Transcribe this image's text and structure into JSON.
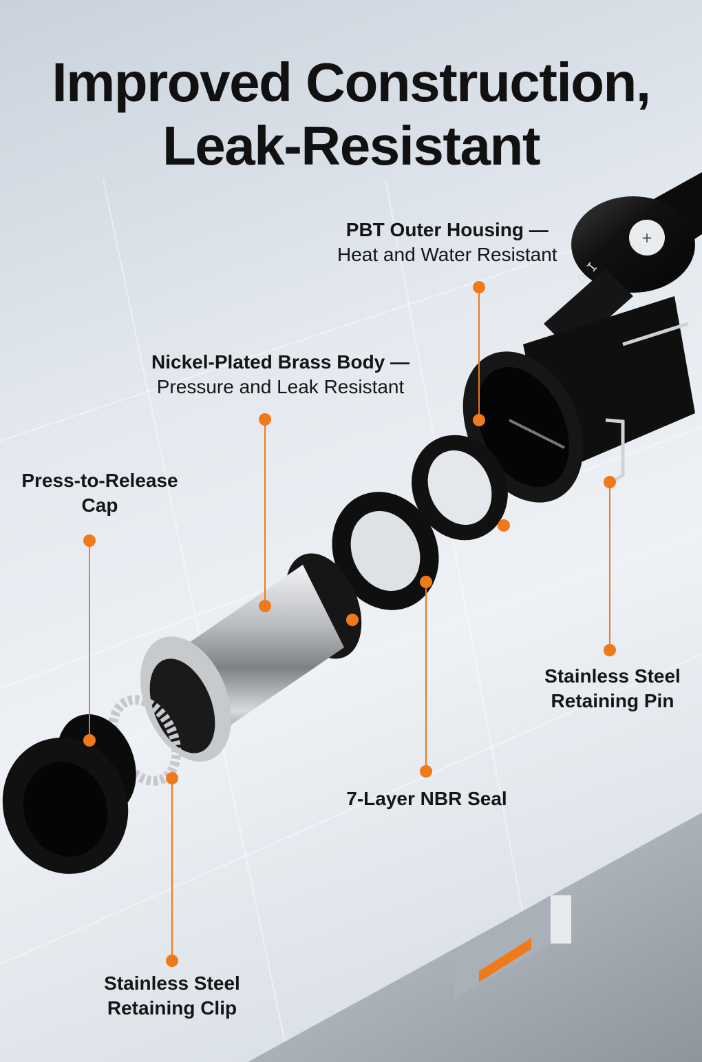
{
  "title": {
    "line1": "Improved Construction,",
    "line2": "Leak-Resistant"
  },
  "callouts": {
    "pbt_housing": {
      "name": "PBT Outer Housing —",
      "desc": "Heat and Water Resistant"
    },
    "brass_body": {
      "name": "Nickel-Plated Brass Body —",
      "desc": "Pressure and Leak Resistant"
    },
    "cap": {
      "line1": "Press-to-Release",
      "line2": "Cap"
    },
    "retaining_pin": {
      "line1": "Stainless Steel",
      "line2": "Retaining Pin"
    },
    "nbr_seal": {
      "line1": "7-Layer NBR Seal"
    },
    "retaining_clip": {
      "line1": "Stainless Steel",
      "line2": "Retaining Clip"
    }
  },
  "housing_marks": {
    "switch_symbol": "O I"
  },
  "colors": {
    "accent": "#f07a1a",
    "text": "#151515",
    "rubber": "#0d0d0d",
    "brass": "#b9bcc0"
  }
}
